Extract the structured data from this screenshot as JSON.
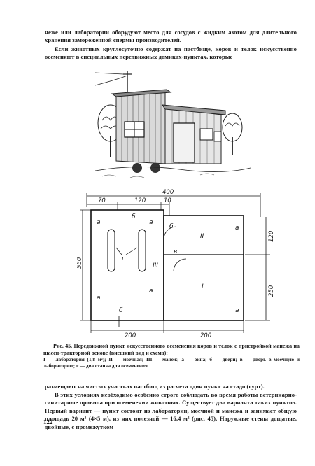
{
  "text_top": "неже или лаборатории оборудуют место для сосудов с жидким азотом для длительного хранения замороженной спермы производителей.",
  "text_second": "Если животных круглосуточно содержат на пастбище, коров и телок искусственно осеменяют в специальных передвижных домиках-пунктах, которые",
  "figure": {
    "dims": {
      "overall": "400",
      "d70": "70",
      "d120": "120",
      "d10": "10",
      "height_left": "550",
      "h120": "120",
      "h250": "250",
      "bottom_left": "200",
      "bottom_right": "200"
    },
    "labels": {
      "a": "а",
      "b": "б",
      "v": "в",
      "g": "г",
      "room1": "I",
      "room2": "II",
      "room3": "III"
    }
  },
  "caption": {
    "title": "Рис. 45. Передвижной пункт искусственного осеменения коров и телок с пристройкой манежа на шасси-тракторной основе (внешний вид и схема):",
    "legend": "I — лаборатория (1,8 м²); II — моечная; III — манеж; а — окна; б — двери; в — дверь в моечную и лабораторию; г — два станка для осеменения"
  },
  "text_bottom": "размещают на чистых участках пастбищ из расчета один пункт на стадо (гурт).",
  "text_bottom2": "В этих условиях необходимо особенно строго соблюдать во время работы ветеринарно-санитарные правила при осеменении животных. Существует два варианта таких пунктов. Первый вариант — пункт состоит из лаборатории, моечной и манежа и занимает общую площадь 20 м² (4×5 м), из них полезной — 16,4 м² (рис. 45). Наружные стены дощатые, двойные, с промежутком",
  "page_number": "122"
}
